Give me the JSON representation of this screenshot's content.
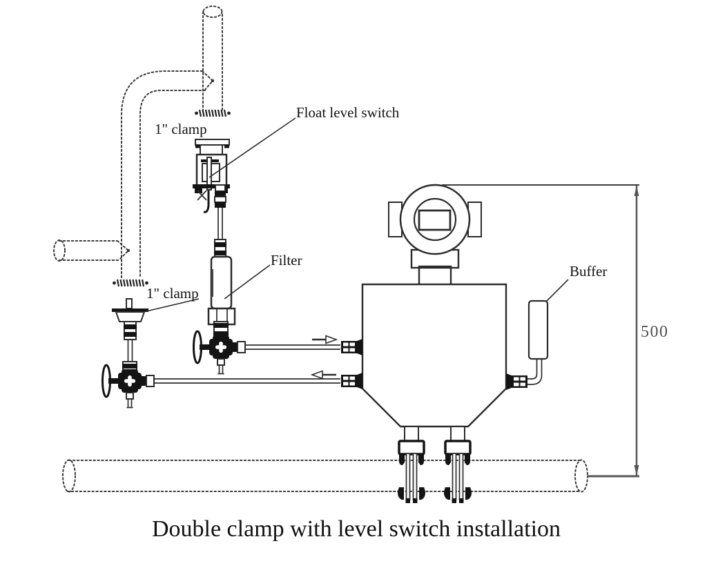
{
  "diagram": {
    "caption": "Double clamp with level switch installation",
    "labels": {
      "float_level_switch": "Float level switch",
      "top_clamp": "1\" clamp",
      "filter": "Filter",
      "left_clamp": "1\" clamp",
      "buffer": "Buffer"
    },
    "dimension": {
      "value": "500"
    },
    "colors": {
      "line": "#2b2b2b",
      "dashed_pipe": "#3a3a3a",
      "dimension": "#4f4f4f",
      "background": "#ffffff"
    }
  }
}
